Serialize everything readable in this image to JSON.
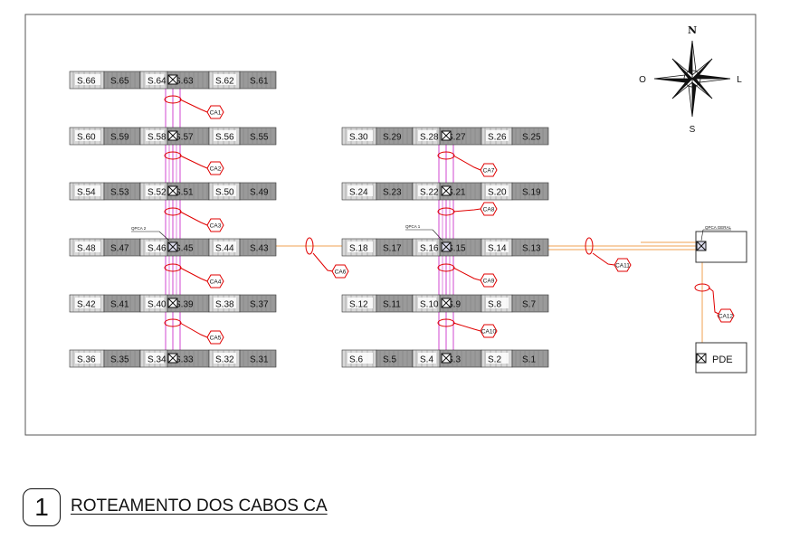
{
  "drawing": {
    "title_number": "1",
    "title": "ROTEAMENTO DOS CABOS CA"
  },
  "compass": {
    "north": "N",
    "south": "S",
    "east": "L",
    "west": "O"
  },
  "boxes": {
    "general": "QPCA GERAL",
    "left": "QPCA 2",
    "middle": "QPCA 1",
    "pde": "PDE"
  },
  "left_rows": [
    {
      "labels": [
        "S.66",
        "S.65",
        "S.64",
        "S.63",
        "S.62",
        "S.61"
      ]
    },
    {
      "labels": [
        "S.60",
        "S.59",
        "S.58",
        "S.57",
        "S.56",
        "S.55"
      ]
    },
    {
      "labels": [
        "S.54",
        "S.53",
        "S.52",
        "S.51",
        "S.50",
        "S.49"
      ]
    },
    {
      "labels": [
        "S.48",
        "S.47",
        "S.46",
        "S.45",
        "S.44",
        "S.43"
      ]
    },
    {
      "labels": [
        "S.42",
        "S.41",
        "S.40",
        "S.39",
        "S.38",
        "S.37"
      ]
    },
    {
      "labels": [
        "S.36",
        "S.35",
        "S.34",
        "S.33",
        "S.32",
        "S.31"
      ]
    }
  ],
  "right_rows": [
    {
      "labels": [
        "S.30",
        "S.29",
        "S.28",
        "S.27",
        "S.26",
        "S.25"
      ]
    },
    {
      "labels": [
        "S.24",
        "S.23",
        "S.22",
        "S.21",
        "S.20",
        "S.19"
      ]
    },
    {
      "labels": [
        "S.18",
        "S.17",
        "S.16",
        "S.15",
        "S.14",
        "S.13"
      ]
    },
    {
      "labels": [
        "S.12",
        "S.11",
        "S.10",
        "S.9",
        "S.8",
        "S.7"
      ]
    },
    {
      "labels": [
        "S.6",
        "S.5",
        "S.4",
        "S.3",
        "S.2",
        "S.1"
      ]
    }
  ],
  "cable_tags": [
    "CA1",
    "CA2",
    "CA3",
    "CA4",
    "CA5",
    "CA6",
    "CA7",
    "CA8",
    "CA9",
    "CA10",
    "CA11",
    "CA12"
  ],
  "colors": {
    "frame": "#555555",
    "room_dark": "#9a9a9a",
    "room_light": "#d8d8d8",
    "cable_pink": "#cc33cc",
    "cable_orange": "#f0a050",
    "tag_red": "#e00000",
    "box_blue": "#5555cc"
  }
}
